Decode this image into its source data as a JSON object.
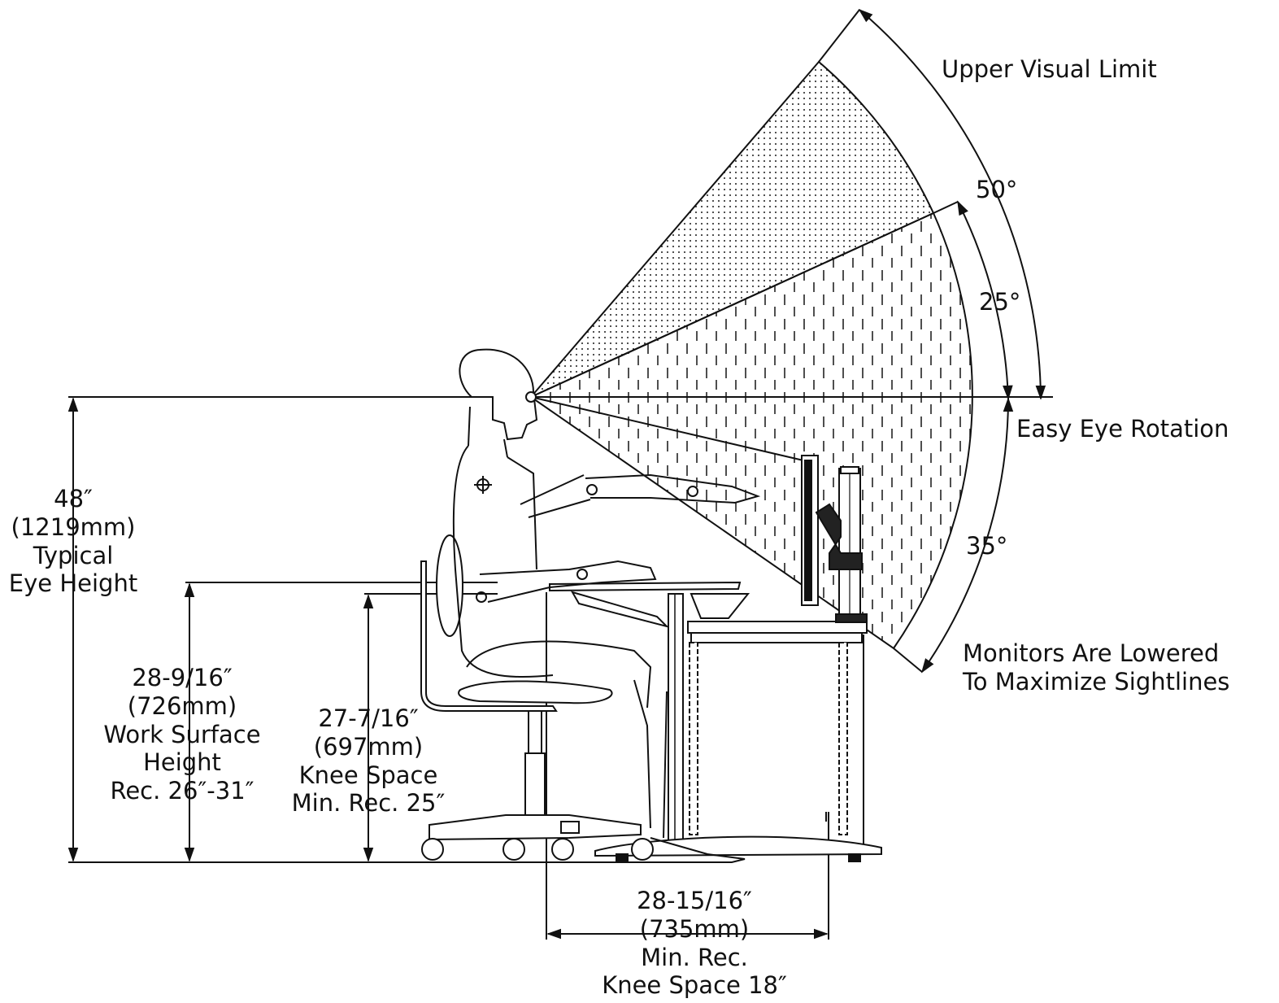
{
  "labels": {
    "upper_visual_limit": "Upper Visual Limit",
    "easy_eye_rotation": "Easy Eye Rotation",
    "monitors_lowered": [
      "Monitors Are Lowered",
      "To Maximize Sightlines"
    ]
  },
  "angles": {
    "upper": "50°",
    "middle": "25°",
    "lower": "35°"
  },
  "dimensions": {
    "eye_height": [
      "48″",
      "(1219mm)",
      "Typical",
      "Eye Height"
    ],
    "work_surface": [
      "28-9/16″",
      "(726mm)",
      "Work Surface",
      "Height",
      "Rec. 26″-31″"
    ],
    "knee_space_height": [
      "27-7/16″",
      "(697mm)",
      "Knee Space",
      "Min. Rec. 25″"
    ],
    "knee_space_depth": [
      "28-15/16″",
      "(735mm)",
      "Min. Rec.",
      "Knee Space 18″"
    ]
  }
}
